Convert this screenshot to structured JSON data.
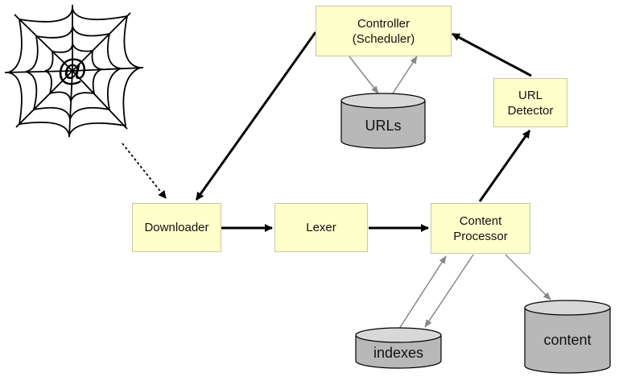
{
  "nodes": {
    "controller": "Controller\n(Scheduler)",
    "url_detector": "URL\nDetector",
    "downloader": "Downloader",
    "lexer": "Lexer",
    "content_processor": "Content\nProcessor"
  },
  "stores": {
    "urls": "URLs",
    "indexes": "indexes",
    "content": "content"
  },
  "colors": {
    "box_fill": "#ffffcc",
    "db_fill": "#b8b8b8",
    "db_top": "#d8d8d8",
    "arrow_main": "#000000",
    "arrow_secondary": "#888888"
  },
  "icons": [
    "web-at-icon"
  ]
}
